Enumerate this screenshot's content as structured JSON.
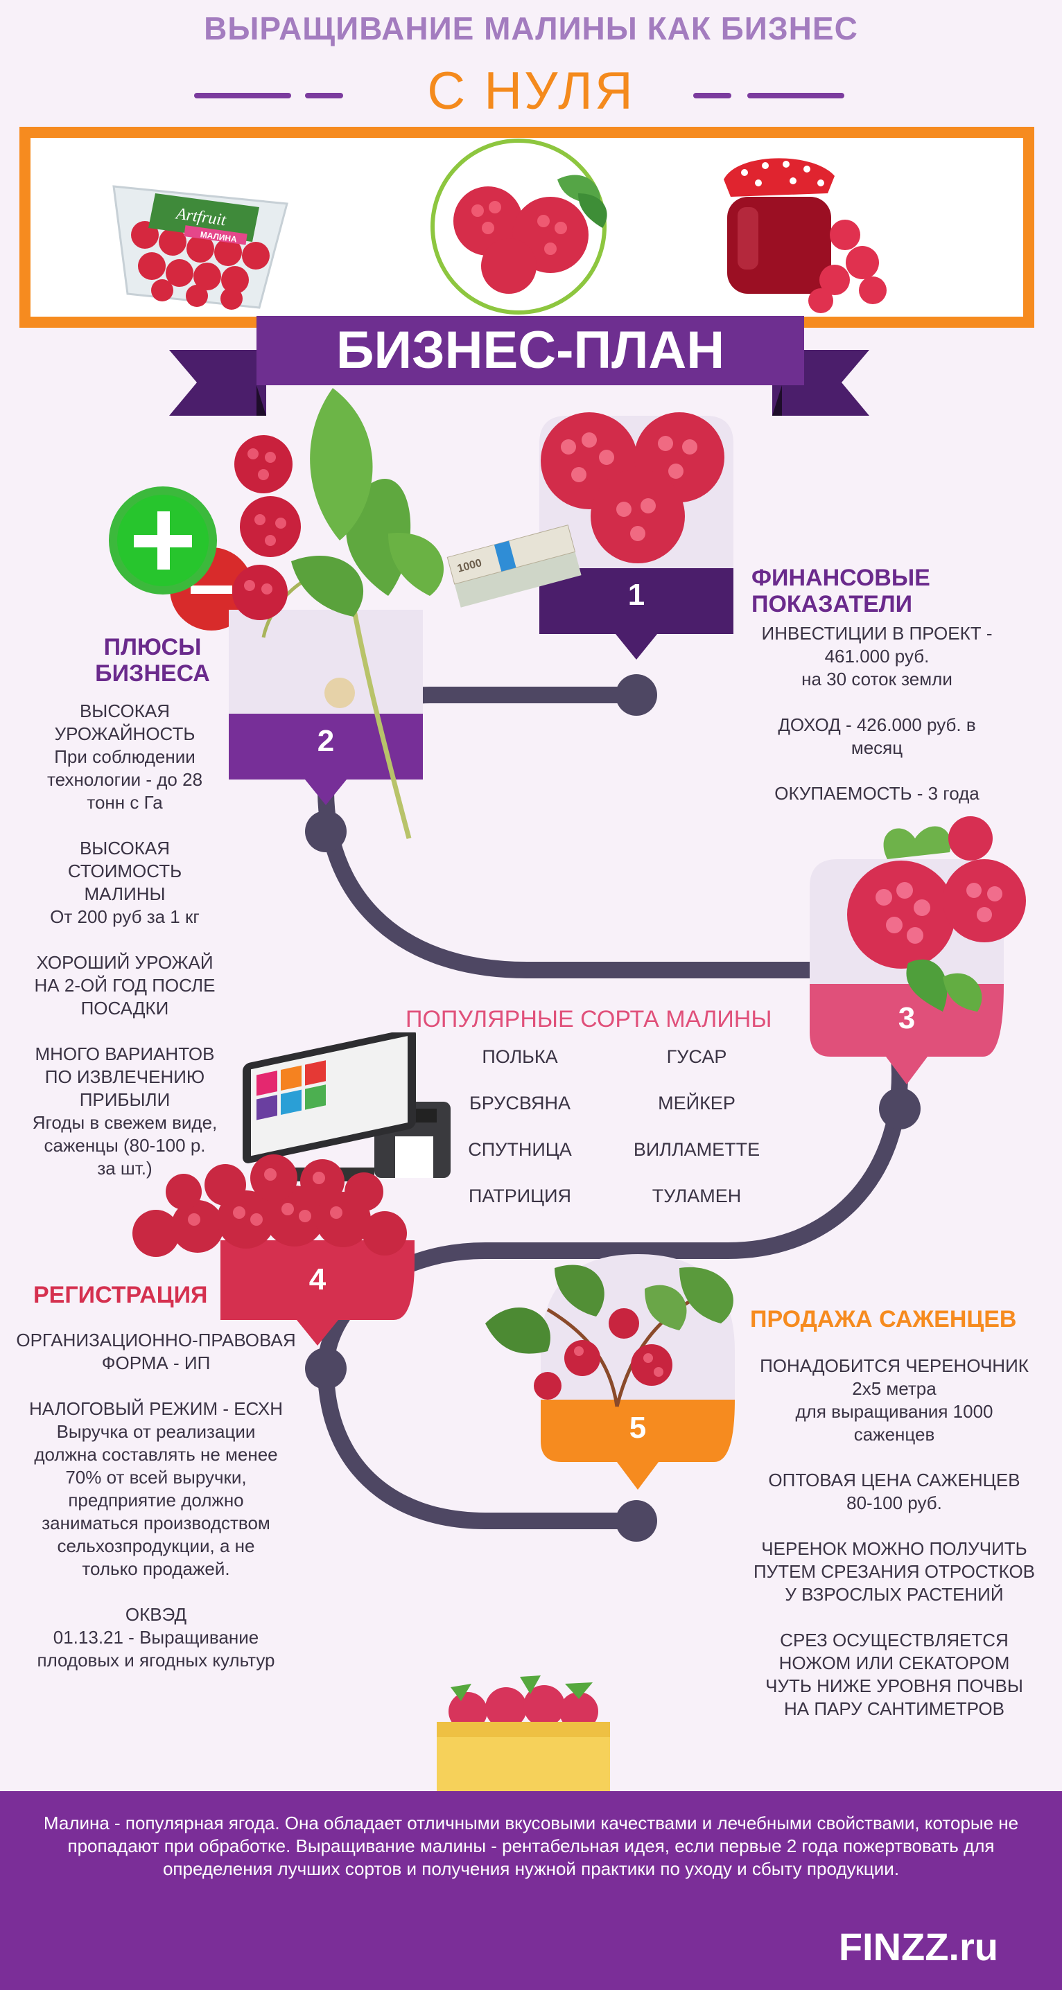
{
  "header": {
    "title": "ВЫРАЩИВАНИЕ МАЛИНЫ КАК БИЗНЕС",
    "subtitle": "С НУЛЯ",
    "banner": "БИЗНЕС-ПЛАН",
    "product_label_brand": "Artfruit",
    "product_label_type": "МАЛИНА",
    "money_note": "1000"
  },
  "steps": {
    "s1": "1",
    "s2": "2",
    "s3": "3",
    "s4": "4",
    "s5": "5"
  },
  "finance": {
    "title_l1": "ФИНАНСОВЫЕ",
    "title_l2": "ПОКАЗАТЕЛИ",
    "lines": [
      "ИНВЕСТИЦИИ В ПРОЕКТ -",
      "461.000 руб.",
      "на 30 соток земли",
      "",
      "ДОХОД - 426.000 руб. в",
      "месяц",
      "",
      "ОКУПАЕМОСТЬ - 3 года"
    ]
  },
  "pluses": {
    "title_l1": "ПЛЮСЫ",
    "title_l2": "БИЗНЕСА",
    "lines": [
      "ВЫСОКАЯ",
      "УРОЖАЙНОСТЬ",
      "При соблюдении",
      "технологии - до 28",
      "тонн с Га",
      "",
      "ВЫСОКАЯ",
      "СТОИМОСТЬ",
      "МАЛИНЫ",
      "От 200 руб за 1 кг",
      "",
      "ХОРОШИЙ УРОЖАЙ",
      "НА 2-ОЙ ГОД ПОСЛЕ",
      "ПОСАДКИ",
      "",
      "МНОГО ВАРИАНТОВ",
      "ПО ИЗВЛЕЧЕНИЮ",
      "ПРИБЫЛИ",
      "Ягоды в свежем виде,",
      "саженцы (80-100 р.",
      "за шт.)"
    ]
  },
  "varieties": {
    "title": "ПОПУЛЯРНЫЕ СОРТА МАЛИНЫ",
    "left": [
      "ПОЛЬКА",
      "БРУСВЯНА",
      "СПУТНИЦА",
      "ПАТРИЦИЯ"
    ],
    "right": [
      "ГУСАР",
      "МЕЙКЕР",
      "ВИЛЛАМЕТТЕ",
      "ТУЛАМЕН"
    ]
  },
  "registration": {
    "title": "РЕГИСТРАЦИЯ",
    "lines": [
      "ОРГАНИЗАЦИОННО-ПРАВОВАЯ",
      "ФОРМА - ИП",
      "",
      "НАЛОГОВЫЙ РЕЖИМ - ЕСХН",
      "Выручка от реализации",
      "должна составлять не менее",
      "70% от всей выручки,",
      "предприятие должно",
      "заниматься производством",
      "сельхозпродукции, а не",
      "только продажей.",
      "",
      "ОКВЭД",
      "01.13.21 - Выращивание",
      "плодовых и ягодных культур"
    ]
  },
  "seedlings": {
    "title": "ПРОДАЖА САЖЕНЦЕВ",
    "lines": [
      "ПОНАДОБИТСЯ ЧЕРЕНОЧНИК",
      "2х5 метра",
      "для выращивания 1000",
      "саженцев",
      "",
      "ОПТОВАЯ ЦЕНА САЖЕНЦЕВ",
      "80-100 руб.",
      "",
      "ЧЕРЕНОК МОЖНО ПОЛУЧИТЬ",
      "ПУТЕМ СРЕЗАНИЯ ОТРОСТКОВ",
      "У ВЗРОСЛЫХ РАСТЕНИЙ",
      "",
      "СРЕЗ ОСУЩЕСТВЛЯЕТСЯ",
      "НОЖОМ ИЛИ СЕКАТОРОМ",
      "ЧУТЬ НИЖЕ УРОВНЯ ПОЧВЫ",
      "НА ПАРУ САНТИМЕТРОВ"
    ]
  },
  "footer": {
    "text": "Малина - популярная ягода. Она обладает отличными вкусовыми качествами и лечебными свойствами, которые не пропадают при обработке. Выращивание малины - рентабельная идея, если первые 2 года пожертвовать для определения лучших сортов и получения нужной практики по уходу и сбыту продукции.",
    "brand": "FINZZ.ru"
  },
  "colors": {
    "purple": "#6e2f90",
    "orange": "#f68b1f",
    "pink": "#e0507a",
    "crimson": "#d5304f",
    "road": "#4e4763",
    "lilac": "#a37cbf"
  }
}
